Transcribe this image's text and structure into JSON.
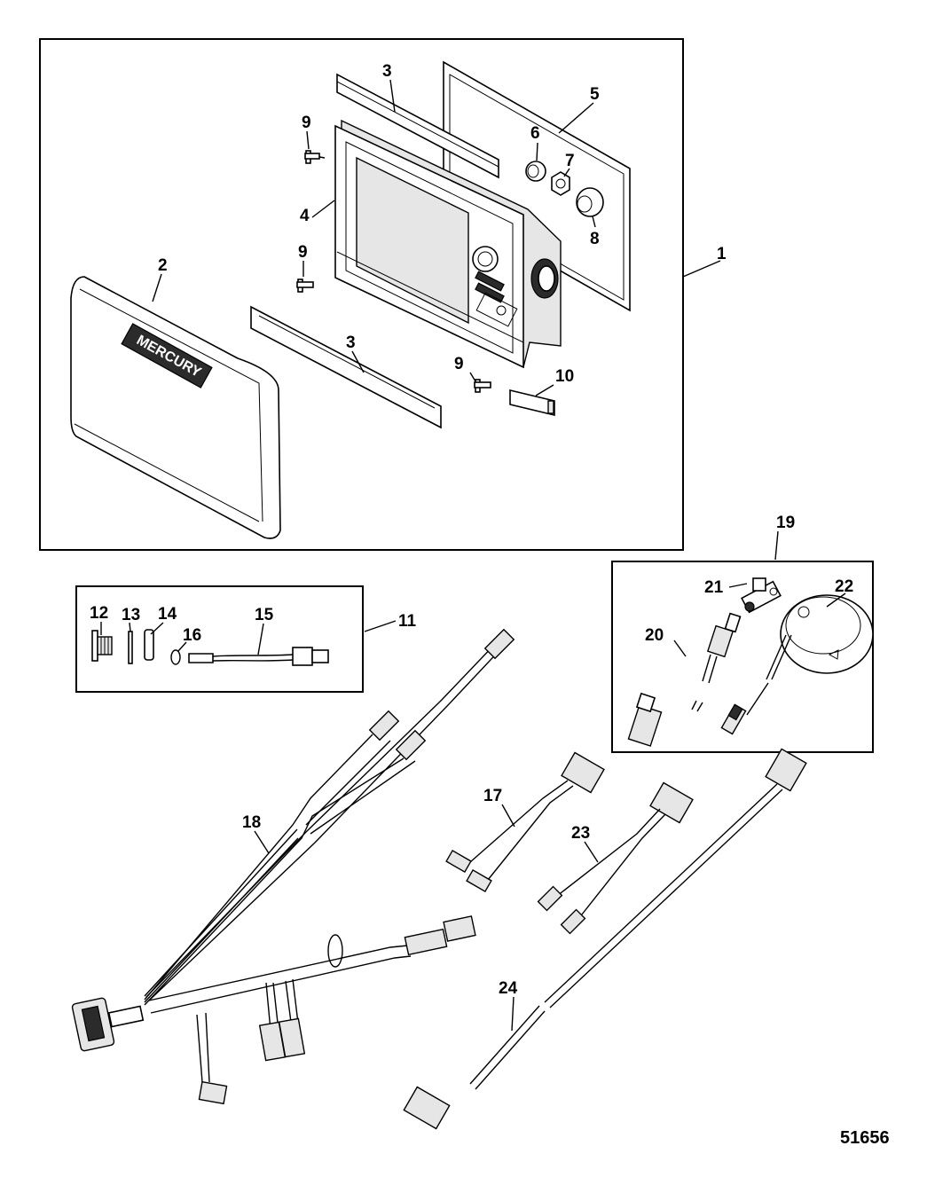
{
  "figure_number": "51656",
  "brand_text": "MERCURY",
  "callouts": {
    "c1": "1",
    "c2": "2",
    "c3a": "3",
    "c3b": "3",
    "c4": "4",
    "c5": "5",
    "c6": "6",
    "c7": "7",
    "c8": "8",
    "c9a": "9",
    "c9b": "9",
    "c9c": "9",
    "c10": "10",
    "c11": "11",
    "c12": "12",
    "c13": "13",
    "c14": "14",
    "c15": "15",
    "c16": "16",
    "c17": "17",
    "c18": "18",
    "c19": "19",
    "c20": "20",
    "c21": "21",
    "c22": "22",
    "c23": "23",
    "c24": "24"
  }
}
